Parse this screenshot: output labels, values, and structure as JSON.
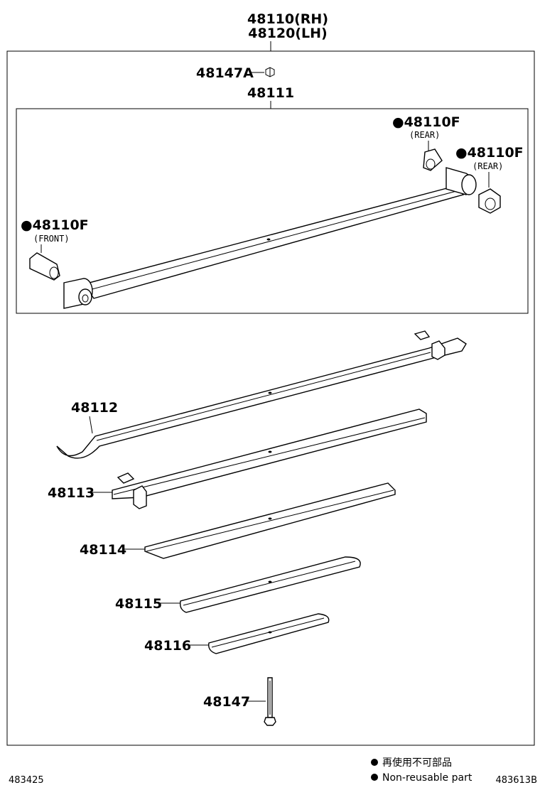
{
  "assembly": {
    "rh": "48110(RH)",
    "lh": "48120(LH)"
  },
  "parts": {
    "nut": "48147A",
    "spring_assy": "48111",
    "bushing_rear_1": "●48110F",
    "bushing_rear_1_note": "(REAR)",
    "bushing_rear_2": "●48110F",
    "bushing_rear_2_note": "(REAR)",
    "bushing_front": "●48110F",
    "bushing_front_note": "(FRONT)",
    "leaf_1": "48112",
    "leaf_2": "48113",
    "leaf_3": "48114",
    "leaf_4": "48115",
    "leaf_5": "48116",
    "center_bolt": "48147"
  },
  "legend": {
    "japanese": "再使用不可部品",
    "english": "Non-reusable part"
  },
  "footer": {
    "left_code": "483425",
    "right_code": "483613B"
  }
}
